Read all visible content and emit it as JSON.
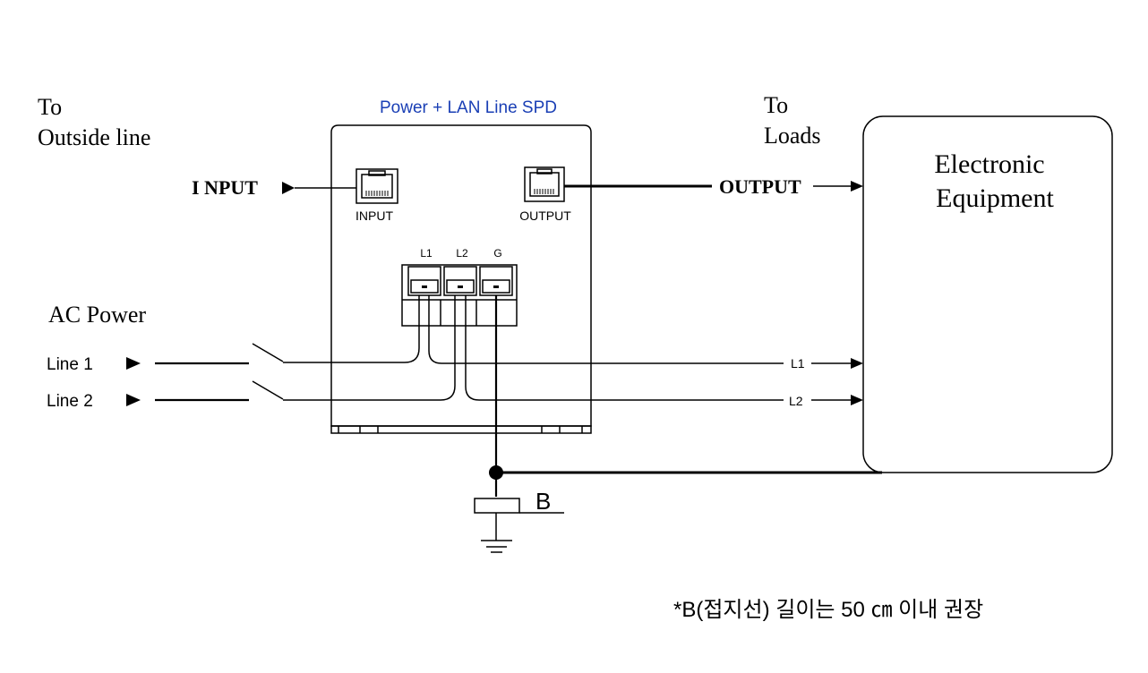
{
  "labels": {
    "to_outside": [
      "To",
      "Outside line"
    ],
    "to_loads": [
      "To",
      "Loads"
    ],
    "spd_title": "Power + LAN Line SPD",
    "input_arrow": "I NPUT",
    "output_arrow": "OUTPUT",
    "input_port": "INPUT",
    "output_port": "OUTPUT",
    "equipment": [
      "Electronic",
      "Equipment"
    ],
    "ac_power": "AC Power",
    "line1": "Line 1",
    "line2": "Line 2",
    "terminal_l1": "L1",
    "terminal_l2": "L2",
    "terminal_g": "G",
    "wire_l1": "L1",
    "wire_l2": "L2",
    "ground_marker": "B",
    "footnote": "*B(접지선) 길이는 50 ㎝ 이내 권장"
  },
  "colors": {
    "spd_title": "#1a3fb5",
    "line": "#000000"
  }
}
